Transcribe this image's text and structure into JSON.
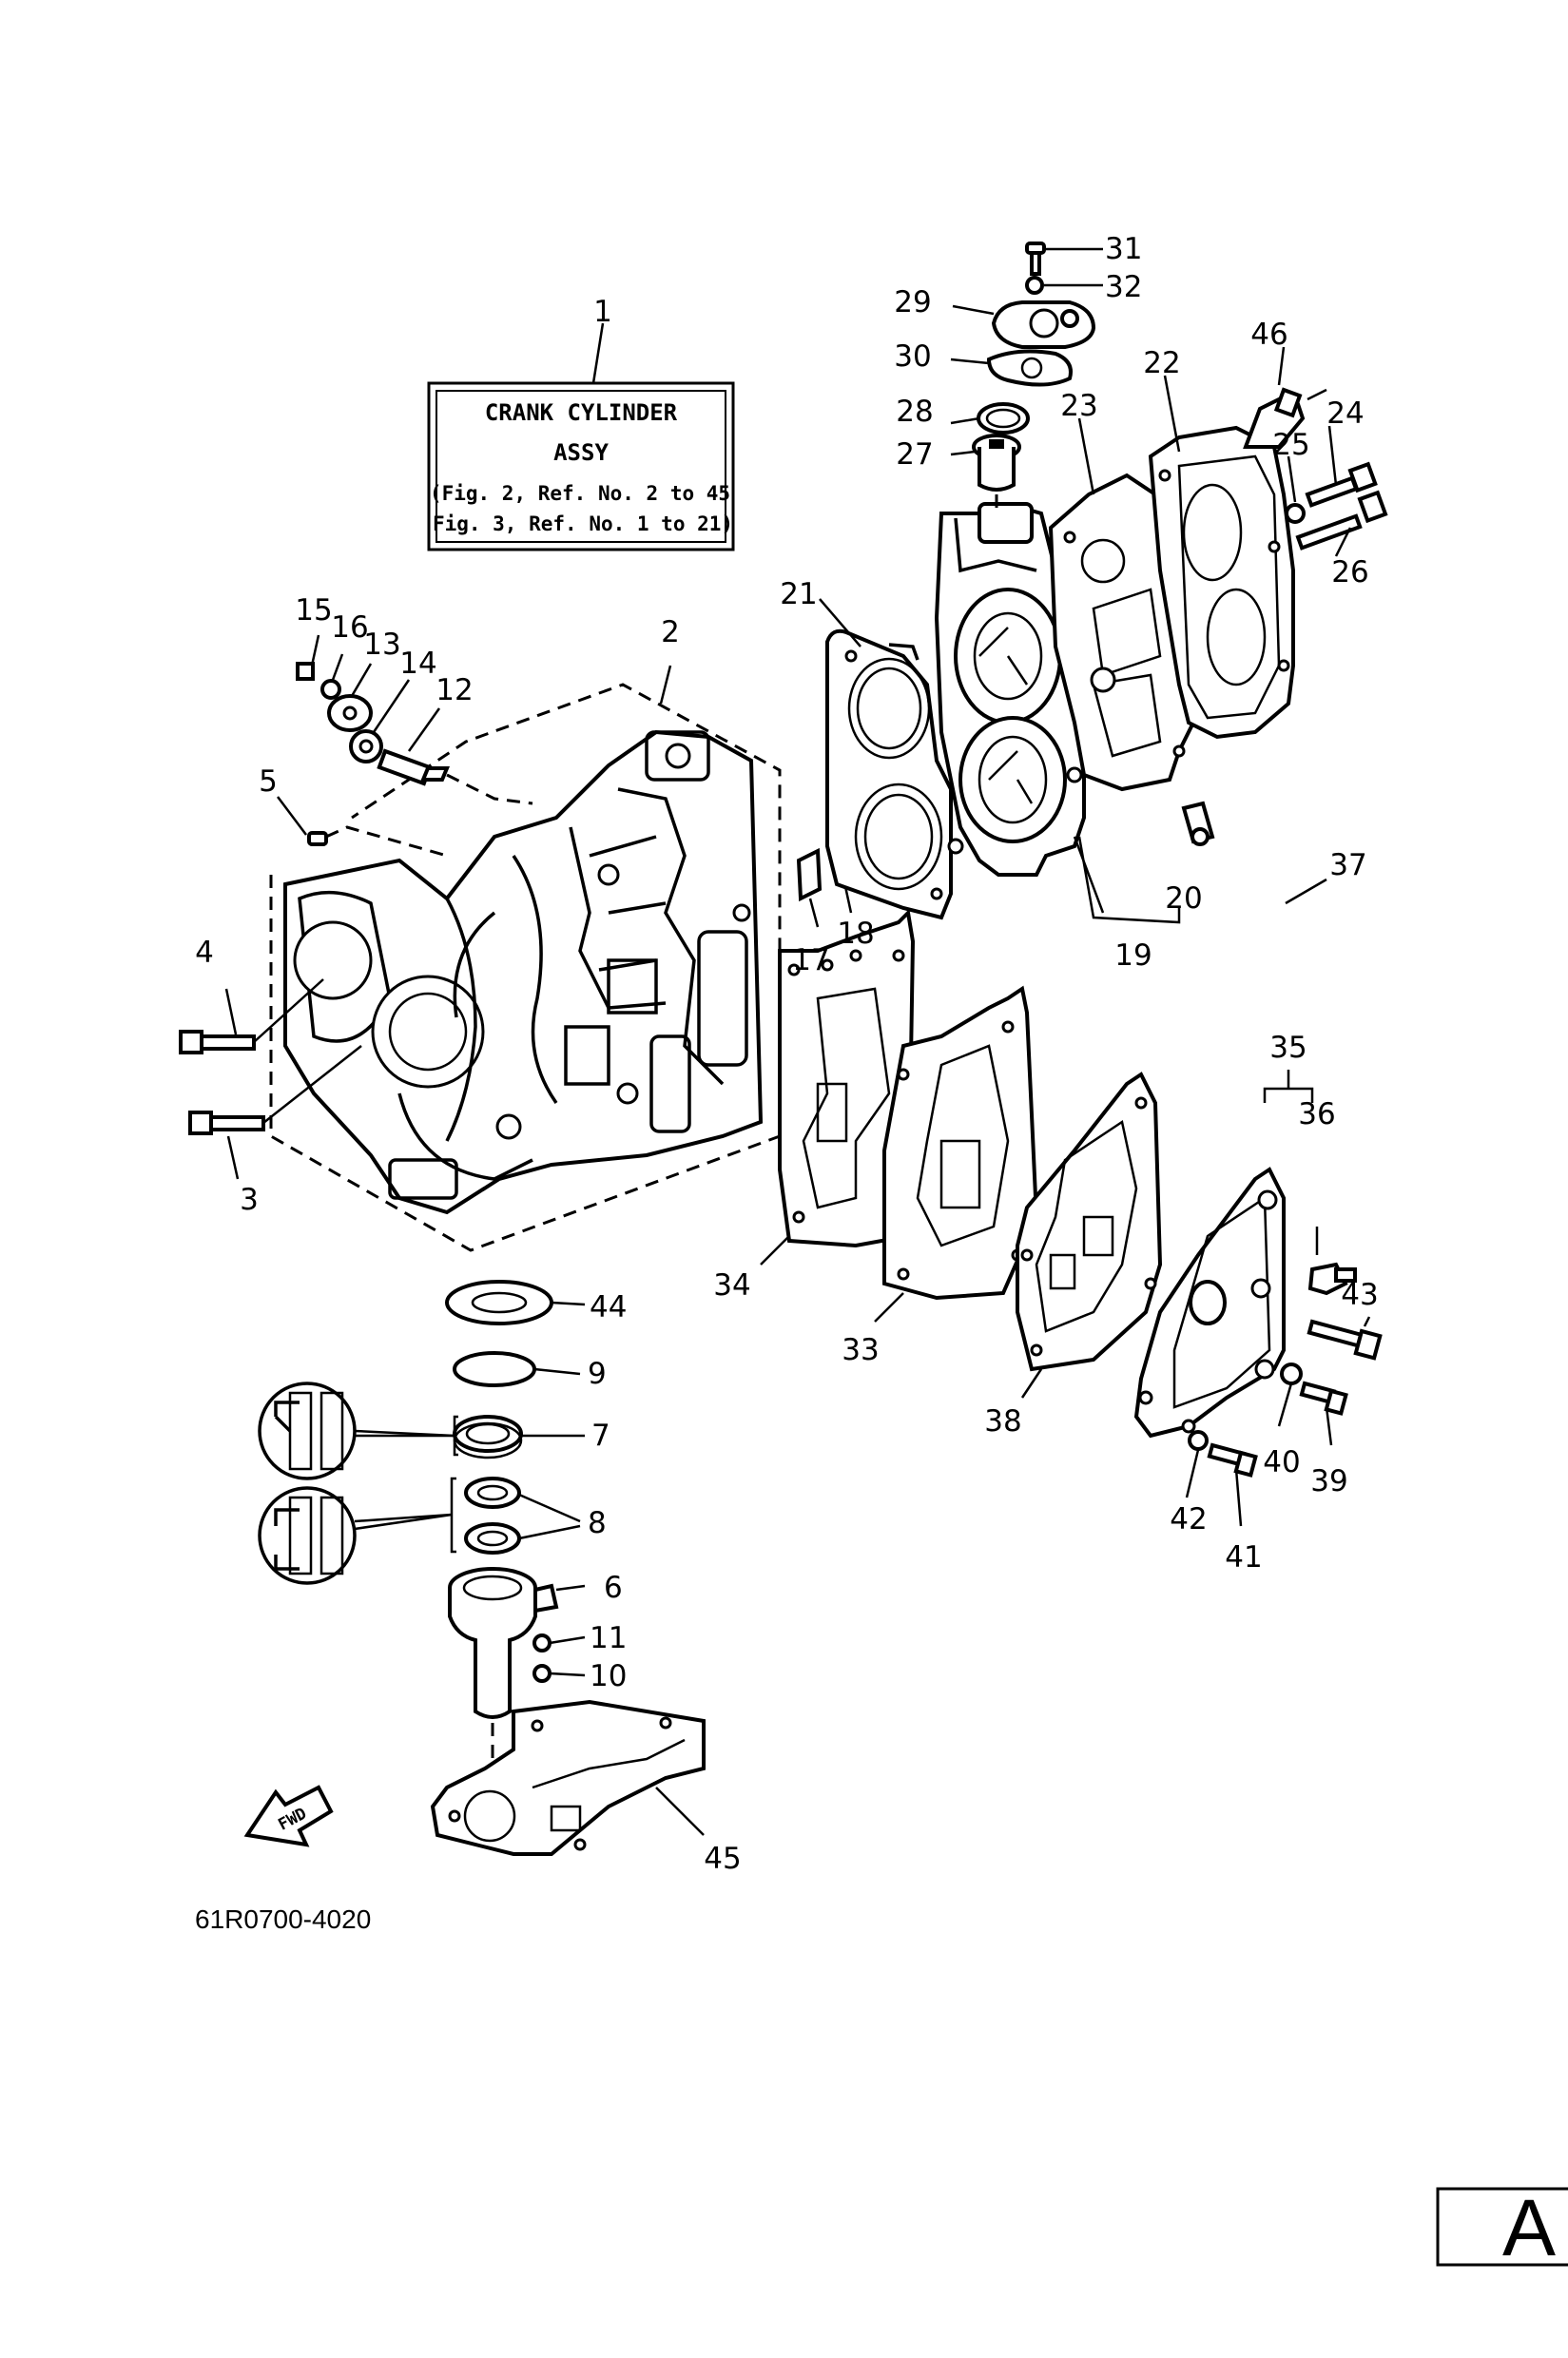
{
  "assembly_box": {
    "title_line1": "CRANK CYLINDER",
    "title_line2": "ASSY",
    "note_line1": "(Fig. 2, Ref. No. 2 to 45",
    "note_line2": "Fig. 3, Ref. No. 1 to 21)"
  },
  "part_numbers": {
    "p1": "1",
    "p2": "2",
    "p3": "3",
    "p4": "4",
    "p5": "5",
    "p6": "6",
    "p7": "7",
    "p8": "8",
    "p9": "9",
    "p10": "10",
    "p11": "11",
    "p12": "12",
    "p13": "13",
    "p14": "14",
    "p15": "15",
    "p16": "16",
    "p17": "17",
    "p18": "18",
    "p19": "19",
    "p20": "20",
    "p21": "21",
    "p22": "22",
    "p23": "23",
    "p24": "24",
    "p25": "25",
    "p26": "26",
    "p27": "27",
    "p28": "28",
    "p29": "29",
    "p30": "30",
    "p31": "31",
    "p32": "32",
    "p33": "33",
    "p34": "34",
    "p35": "35",
    "p36": "36",
    "p37": "37",
    "p38": "38",
    "p39": "39",
    "p40": "40",
    "p41": "41",
    "p42": "42",
    "p43": "43",
    "p44": "44",
    "p45": "45",
    "p46": "46"
  },
  "fwd_arrow_label": "FWD",
  "drawing_code": "61R0700-4020",
  "page_tab": "A"
}
